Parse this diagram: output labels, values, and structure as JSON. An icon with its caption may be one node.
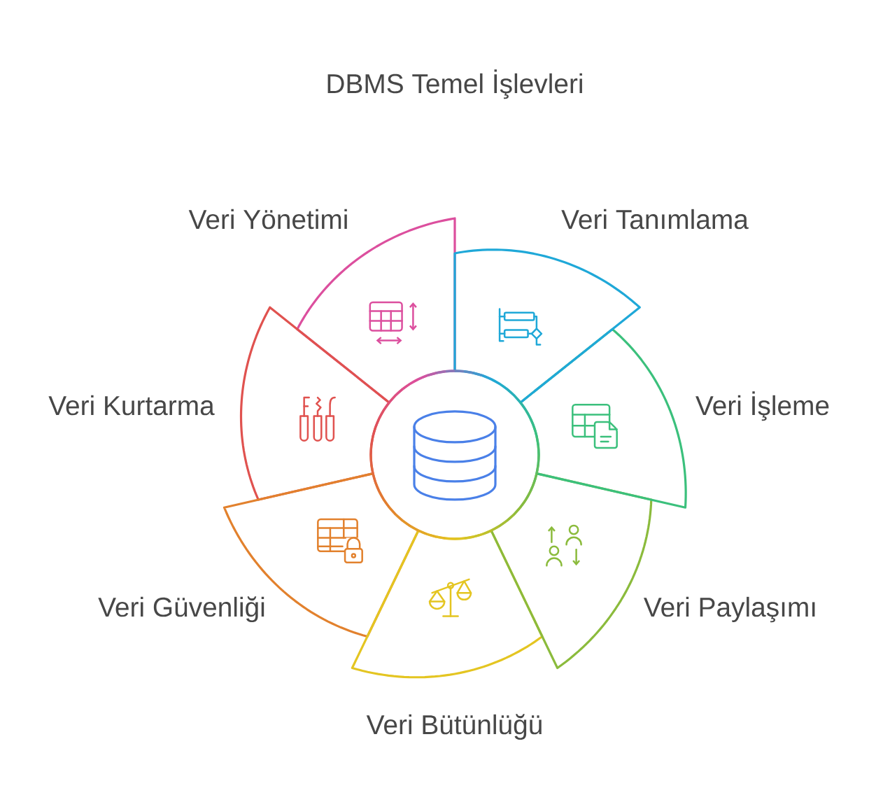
{
  "diagram": {
    "title": "DBMS Temel İşlevleri",
    "nodes": [
      {
        "text": [
          "Veri Tanımlama"
        ]
      },
      {
        "text": [
          "Veri İşleme"
        ]
      },
      {
        "text": [
          "Veri Paylaşımı"
        ]
      },
      {
        "text": [
          "Veri Bütünlüğü"
        ]
      },
      {
        "text": [
          "Veri Güvenliği"
        ]
      },
      {
        "text": [
          "Veri Kurtarma"
        ]
      },
      {
        "text": [
          "Veri Yönetimi"
        ]
      },
      {
        "text": [],
        "shape": "circle"
      }
    ]
  }
}
